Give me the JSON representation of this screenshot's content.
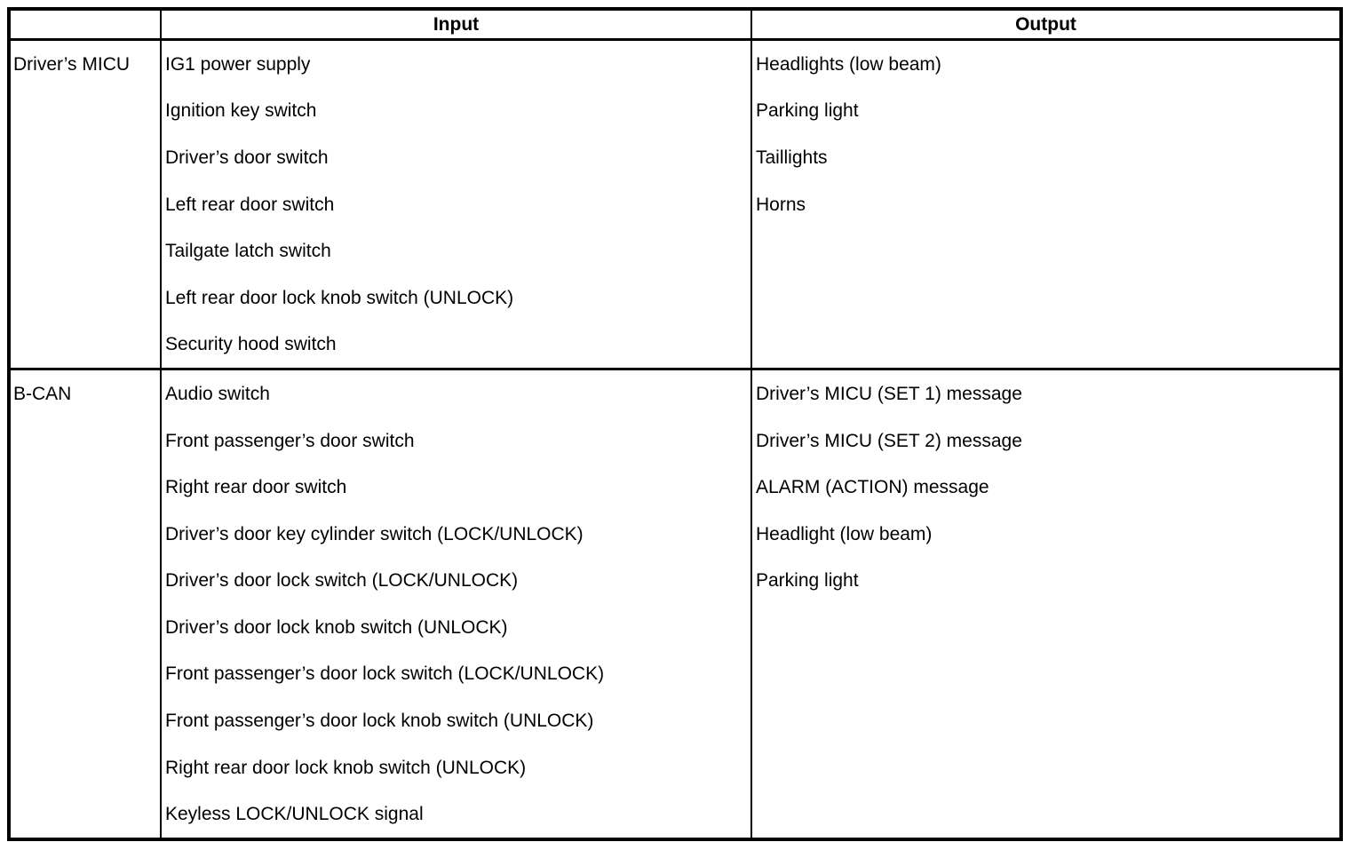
{
  "table": {
    "headers": {
      "source": "",
      "input": "Input",
      "output": "Output"
    },
    "rows": [
      {
        "source": "Driver’s MICU",
        "inputs": [
          "IG1 power supply",
          "Ignition key switch",
          "Driver’s door switch",
          "Left rear door switch",
          "Tailgate latch switch",
          "Left rear door lock knob switch (UNLOCK)",
          "Security hood switch"
        ],
        "outputs": [
          "Headlights (low beam)",
          "Parking light",
          "Taillights",
          "Horns"
        ]
      },
      {
        "source": "B-CAN",
        "inputs": [
          "Audio switch",
          "Front passenger’s door switch",
          "Right rear door switch",
          "Driver’s door key cylinder switch (LOCK/UNLOCK)",
          "Driver’s door lock switch (LOCK/UNLOCK)",
          "Driver’s door lock knob switch (UNLOCK)",
          "Front passenger’s door lock switch (LOCK/UNLOCK)",
          "Front passenger’s door lock knob switch (UNLOCK)",
          "Right rear door lock knob switch (UNLOCK)",
          "Keyless LOCK/UNLOCK signal"
        ],
        "outputs": [
          "Driver’s MICU (SET 1) message",
          "Driver’s MICU (SET 2) message",
          "ALARM (ACTION) message",
          "Headlight (low beam)",
          "Parking light"
        ]
      }
    ]
  },
  "colors": {
    "border": "#000000",
    "background": "#ffffff",
    "text": "#000000"
  }
}
